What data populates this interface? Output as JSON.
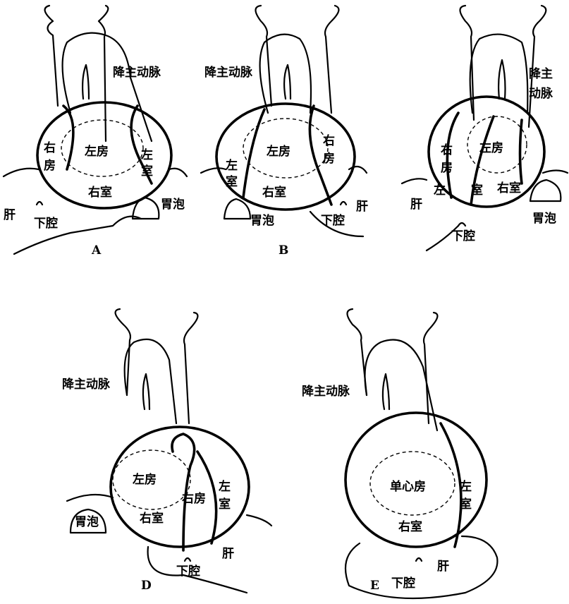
{
  "panels": {
    "A": {
      "letter": "A",
      "aorta": "降主动脉",
      "ra": "右房",
      "la": "左房",
      "lv": "左室",
      "rv": "右室",
      "liver": "肝",
      "ivc": "下腔",
      "stomach": "胃泡"
    },
    "B": {
      "letter": "B",
      "aorta": "降主动脉",
      "la": "左房",
      "ra": "右房",
      "lv": "左室",
      "rv": "右室",
      "stomach": "胃泡",
      "ivc": "下腔",
      "liver": "肝"
    },
    "C": {
      "aorta1": "降主",
      "aorta2": "动脉",
      "ra": "右房",
      "la": "左房",
      "lv1": "左",
      "lv2": "室",
      "rv": "右室",
      "liver": "肝",
      "ivc": "下腔",
      "stomach": "胃泡"
    },
    "D": {
      "letter": "D",
      "aorta": "降主动脉",
      "la": "左房",
      "ra": "右房",
      "lv": "左室",
      "rv": "右室",
      "stomach": "胃泡",
      "ivc": "下腔",
      "liver": "肝"
    },
    "E": {
      "letter": "E",
      "aorta": "降主动脉",
      "sa": "单心房",
      "lv": "左室",
      "rv": "右室",
      "liver": "肝",
      "ivc": "下腔"
    }
  }
}
